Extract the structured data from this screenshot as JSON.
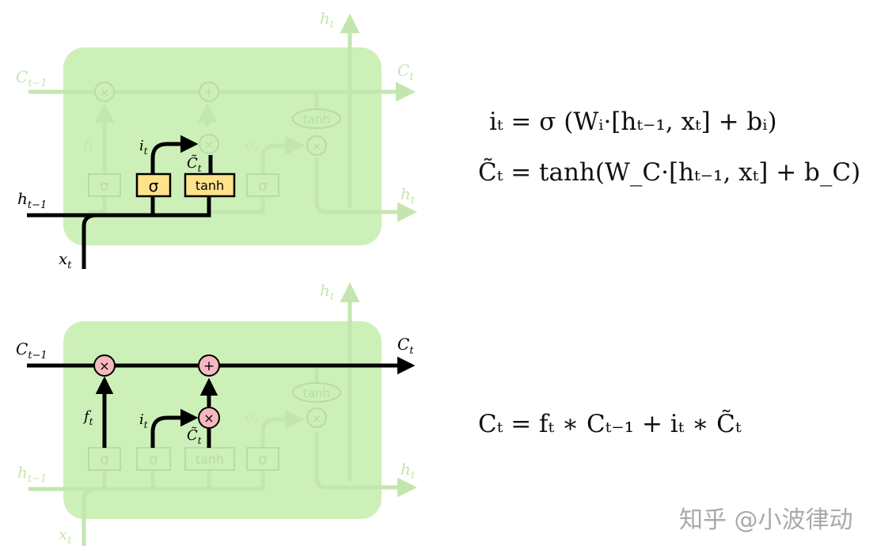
{
  "diagram_top": {
    "labels": {
      "h_t_top": "h",
      "h_t_top_sub": "t",
      "c_prev": "C",
      "c_prev_sub": "t−1",
      "c_t": "C",
      "c_t_sub": "t",
      "f_t": "f",
      "f_t_sub": "t",
      "i_t": "i",
      "i_t_sub": "t",
      "c_tilde": "C̃",
      "c_tilde_sub": "t",
      "o_t": "o",
      "o_t_sub": "t",
      "h_t_right": "h",
      "h_t_right_sub": "t",
      "h_prev": "h",
      "h_prev_sub": "t−1",
      "x_t": "x",
      "x_t_sub": "t"
    },
    "gates": {
      "sigma_f": "σ",
      "sigma_i": "σ",
      "tanh_c": "tanh",
      "sigma_o": "σ",
      "tanh_out": "tanh"
    },
    "ops": {
      "mul_forget": "×",
      "add_cell": "+",
      "mul_input": "×",
      "mul_output": "×"
    }
  },
  "diagram_bottom": {
    "labels": {
      "h_t_top": "h",
      "h_t_top_sub": "t",
      "c_prev": "C",
      "c_prev_sub": "t−1",
      "c_t": "C",
      "c_t_sub": "t",
      "f_t": "f",
      "f_t_sub": "t",
      "i_t": "i",
      "i_t_sub": "t",
      "c_tilde": "C̃",
      "c_tilde_sub": "t",
      "o_t": "o",
      "o_t_sub": "t",
      "h_t_right": "h",
      "h_t_right_sub": "t",
      "h_prev": "h",
      "h_prev_sub": "t−1",
      "x_t": "x",
      "x_t_sub": "t"
    },
    "gates": {
      "sigma_f": "σ",
      "sigma_i": "σ",
      "tanh_c": "tanh",
      "sigma_o": "σ",
      "tanh_out": "tanh"
    },
    "ops": {
      "mul_forget": "×",
      "add_cell": "+",
      "mul_input": "×",
      "mul_output": "×"
    }
  },
  "equations": {
    "input_gate": "iₜ = σ (Wᵢ·[hₜ₋₁, xₜ]  +  bᵢ)",
    "candidate": "C̃ₜ = tanh(W_C·[hₜ₋₁, xₜ]  +  b_C)",
    "cell_update": "Cₜ = fₜ ∗ Cₜ₋₁ + iₜ ∗ C̃ₜ"
  },
  "watermark": "知乎 @小波律动",
  "colors": {
    "cell_fill": "#cdf0b8",
    "faded_line": "#c3e6ae",
    "faded_box": "#b9dca4",
    "active_line": "#000000",
    "gate_yellow": "#fde28c",
    "op_pink": "#f6b8c0"
  }
}
